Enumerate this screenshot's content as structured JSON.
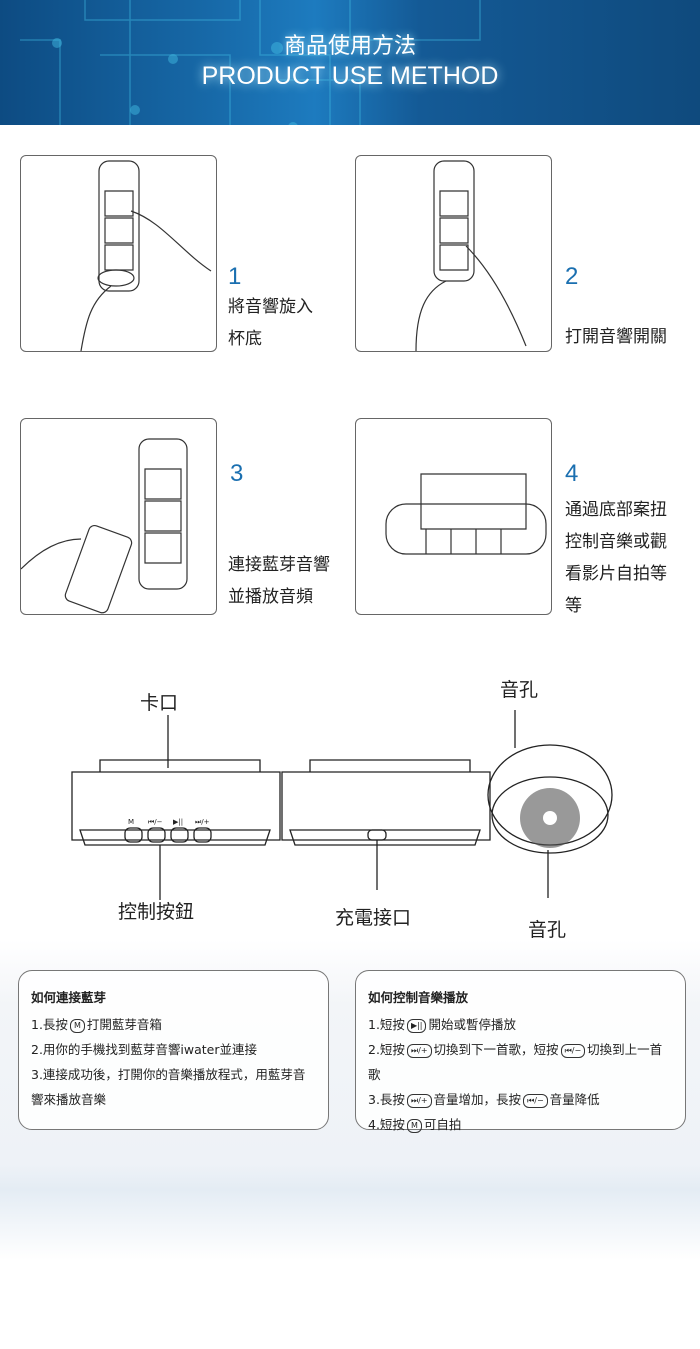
{
  "header": {
    "title_cn": "商品使用方法",
    "title_en": "PRODUCT USE METHOD"
  },
  "steps": [
    {
      "number": "1",
      "lines": [
        "將音響旋入",
        "杯底"
      ]
    },
    {
      "number": "2",
      "lines": [
        "打開音響開關"
      ]
    },
    {
      "number": "3",
      "lines": [
        "連接藍芽音響",
        "並播放音頻"
      ]
    },
    {
      "number": "4",
      "lines": [
        "通過底部案扭",
        "控制音樂或觀",
        "看影片自拍等",
        "等"
      ]
    }
  ],
  "diagram": {
    "slot_label": "卡口",
    "speaker_hole_top": "音孔",
    "control_buttons": "控制按鈕",
    "charging_port": "充電接口",
    "speaker_hole_bottom": "音孔",
    "button_marks": [
      "M",
      "⏮/−",
      "▶||",
      "⏭/+"
    ]
  },
  "connect": {
    "title": "如何連接藍芽",
    "l1a": "1.長按",
    "l1key": "M",
    "l1b": "打開藍芽音箱",
    "l2": "2.用你的手機找到藍芽音響iwater並連接",
    "l3": "3.連接成功後，打開你的音樂播放程式，用藍芽音響來播放音樂"
  },
  "control": {
    "title": "如何控制音樂播放",
    "l1a": "1.短按",
    "l1key": "▶||",
    "l1b": "開始或暫停播放",
    "l2a": "2.短按",
    "l2key1": "⏭/+",
    "l2b": "切換到下一首歌，短按",
    "l2key2": "⏮/−",
    "l2c": "切換到上一首歌",
    "l3a": "3.長按",
    "l3key1": "⏭/+",
    "l3b": "音量增加，長按",
    "l3key2": "⏮/−",
    "l3c": "音量降低",
    "l4a": "4.短按",
    "l4key": "M",
    "l4b": "可自拍"
  },
  "colors": {
    "header": "#145a96",
    "accent": "#1a6fb0"
  }
}
